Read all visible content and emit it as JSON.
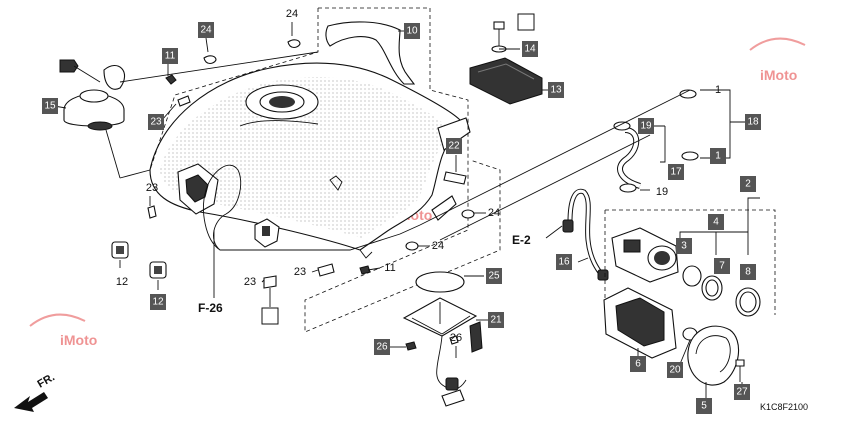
{
  "watermark": {
    "text_left": "iMoto",
    "text_right": "iMoto",
    "text_center": "iMoto"
  },
  "diagram_code": "K1C8F2100",
  "direction_label": "FR.",
  "refs": {
    "e2": "E-2",
    "f26": "F-26"
  },
  "callouts": {
    "c1a": "1",
    "c1b": "1",
    "c2": "2",
    "c3": "3",
    "c4": "4",
    "c5": "5",
    "c6": "6",
    "c7": "7",
    "c8": "8",
    "c10": "10",
    "c11a": "11",
    "c11b": "11",
    "c12a": "12",
    "c12b": "12",
    "c13": "13",
    "c14": "14",
    "c15": "15",
    "c16": "16",
    "c17": "17",
    "c18": "18",
    "c19a": "19",
    "c19b": "19",
    "c20": "20",
    "c21": "21",
    "c22": "22",
    "c23a": "23",
    "c23b": "23",
    "c23c": "23",
    "c23d": "23",
    "c24a": "24",
    "c24b": "24",
    "c24c": "24",
    "c24d": "24",
    "c25": "25",
    "c26a": "26",
    "c26b": "26",
    "c27": "27"
  }
}
